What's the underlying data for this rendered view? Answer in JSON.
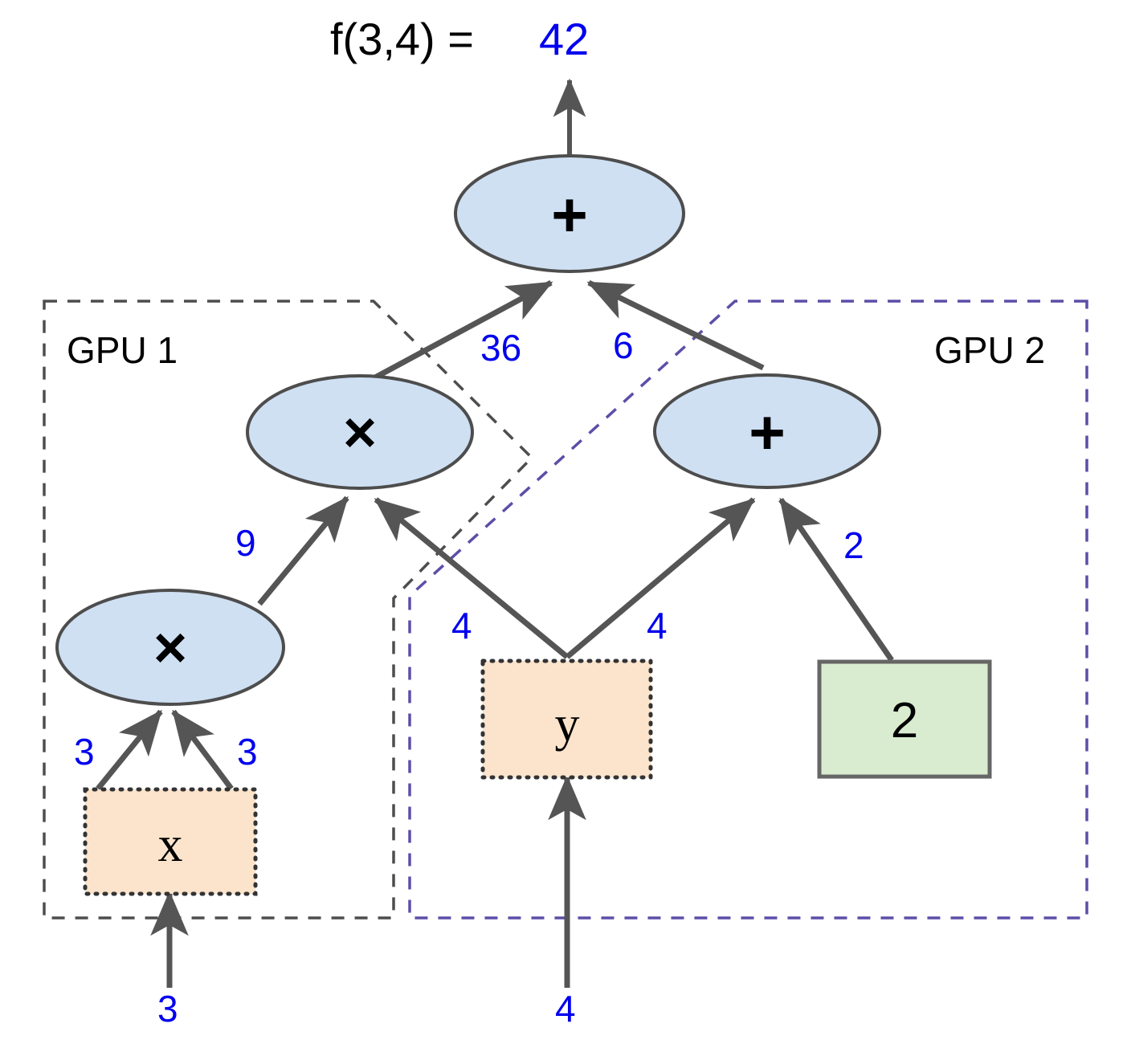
{
  "title": {
    "expression": "f(3,4) = ",
    "result": "42"
  },
  "colors": {
    "op_node_fill": "#cfe0f3",
    "op_node_stroke": "#4d4d4d",
    "variable_fill": "#fce4cc",
    "variable_stroke": "#333333",
    "constant_fill": "#d9ecd0",
    "constant_stroke": "#666666",
    "edge_stroke": "#555555",
    "edge_label_color": "#0000ee",
    "gpu1_border": "#4d4d4d",
    "gpu2_border": "#5b4fa8",
    "text_color": "#000000"
  },
  "groups": [
    {
      "id": "gpu1",
      "label": "GPU 1",
      "border_style": "dashed",
      "border_color": "#4d4d4d"
    },
    {
      "id": "gpu2",
      "label": "GPU 2",
      "border_style": "dashed",
      "border_color": "#5b4fa8"
    }
  ],
  "nodes": [
    {
      "id": "add_top",
      "type": "operation",
      "label": "+",
      "shape": "ellipse",
      "group": null
    },
    {
      "id": "mul_upper",
      "type": "operation",
      "label": "×",
      "shape": "ellipse",
      "group": "gpu1"
    },
    {
      "id": "add_right",
      "type": "operation",
      "label": "+",
      "shape": "ellipse",
      "group": "gpu2"
    },
    {
      "id": "mul_lower",
      "type": "operation",
      "label": "×",
      "shape": "ellipse",
      "group": "gpu1"
    },
    {
      "id": "var_x",
      "type": "variable",
      "label": "x",
      "shape": "rect",
      "group": "gpu1"
    },
    {
      "id": "var_y",
      "type": "variable",
      "label": "y",
      "shape": "rect",
      "group": "gpu2"
    },
    {
      "id": "const_2",
      "type": "constant",
      "label": "2",
      "shape": "rect",
      "group": "gpu2"
    }
  ],
  "edges": [
    {
      "from": "mul_upper",
      "to": "add_top",
      "label": "36"
    },
    {
      "from": "add_right",
      "to": "add_top",
      "label": "6"
    },
    {
      "from": "mul_lower",
      "to": "mul_upper",
      "label": "9"
    },
    {
      "from": "var_y",
      "to": "mul_upper",
      "label": "4"
    },
    {
      "from": "var_y",
      "to": "add_right",
      "label": "4"
    },
    {
      "from": "const_2",
      "to": "add_right",
      "label": "2"
    },
    {
      "from": "var_x",
      "to": "mul_lower",
      "label": "3"
    },
    {
      "from": "var_x",
      "to": "mul_lower",
      "label": "3"
    },
    {
      "from": "input_x",
      "to": "var_x",
      "label": "3"
    },
    {
      "from": "input_y",
      "to": "var_y",
      "label": "4"
    }
  ],
  "edge_labels": {
    "mul_upper_to_add_top": "36",
    "add_right_to_add_top": "6",
    "mul_lower_to_mul_upper": "9",
    "y_to_mul_upper": "4",
    "y_to_add_right": "4",
    "const2_to_add_right": "2",
    "x_to_mul_left": "3",
    "x_to_mul_right": "3",
    "input_x": "3",
    "input_y": "4"
  },
  "node_labels": {
    "add_top": "+",
    "mul_upper": "×",
    "add_right": "+",
    "mul_lower": "×",
    "var_x": "x",
    "var_y": "y",
    "const_2": "2"
  }
}
